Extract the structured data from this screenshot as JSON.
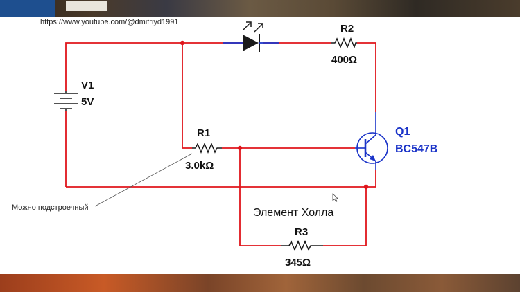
{
  "source_url": "https://www.youtube.com/@dmitriyd1991",
  "components": {
    "V1": {
      "name": "V1",
      "value": "5V"
    },
    "R1": {
      "name": "R1",
      "value": "3.0kΩ"
    },
    "R2": {
      "name": "R2",
      "value": "400Ω"
    },
    "R3": {
      "name": "R3",
      "value": "345Ω"
    },
    "Q1": {
      "name": "Q1",
      "model": "BC547B"
    }
  },
  "annotations": {
    "note": "Можно подстроечный",
    "hall_label": "Элемент Холла"
  },
  "colors": {
    "wire": "#e0151b",
    "component": "#1a1a1a",
    "transistor": "#1a33c8",
    "junction": "#e0151b"
  }
}
